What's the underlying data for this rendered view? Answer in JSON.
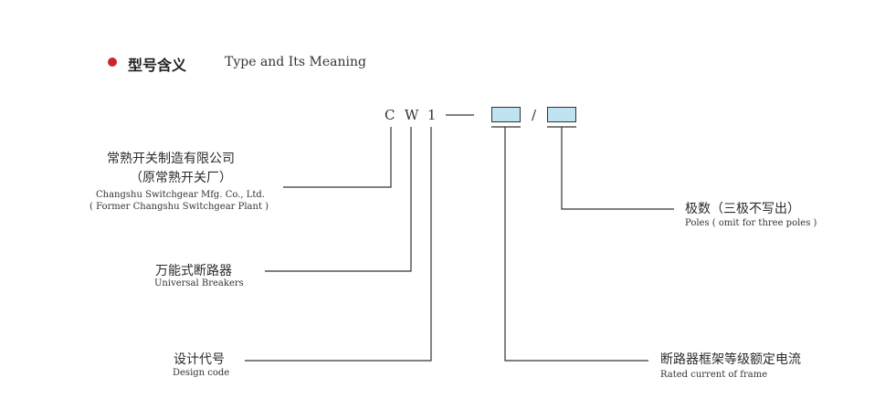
{
  "header": {
    "title_cn": "型号含义",
    "title_en": "Type and Its Meaning",
    "bullet_color": "#c8282d"
  },
  "model_code": {
    "letters": [
      "C",
      "W",
      "1"
    ],
    "separator": "/",
    "box_fill": "#bfe3f1"
  },
  "labels": {
    "manufacturer": {
      "cn_line1": "常熟开关制造有限公司",
      "cn_line2": "（原常熟开关厂）",
      "en_line1": "Changshu Switchgear Mfg. Co., Ltd.",
      "en_line2": "( Former Changshu Switchgear Plant )"
    },
    "product": {
      "cn": "万能式断路器",
      "en": "Universal Breakers"
    },
    "design": {
      "cn": "设计代号",
      "en": "Design code"
    },
    "poles": {
      "cn": "极数（三极不写出）",
      "en": "Poles ( omit for three poles )"
    },
    "rated_current": {
      "cn": "断路器框架等级额定电流",
      "en": "Rated current of frame"
    }
  }
}
